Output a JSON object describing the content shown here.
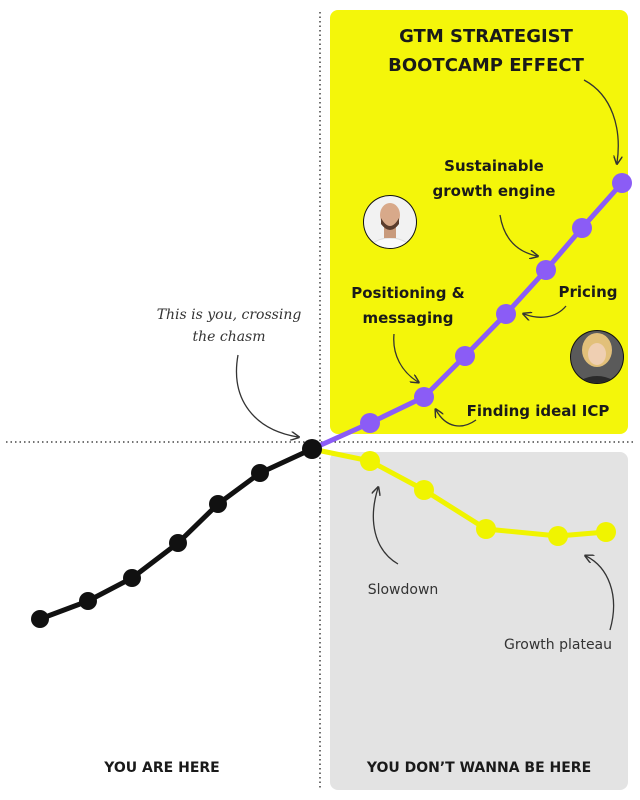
{
  "title": {
    "line1": "GTM STRATEGIST",
    "line2": "BOOTCAMP EFFECT"
  },
  "annotations": {
    "sustainable_line1": "Sustainable",
    "sustainable_line2": "growth engine",
    "positioning_line1": "Positioning &",
    "positioning_line2": "messaging",
    "pricing": "Pricing",
    "finding_icp": "Finding ideal ICP",
    "you_line1": "This is you, crossing",
    "you_line2": "the chasm",
    "slowdown": "Slowdown",
    "growth_plateau": "Growth plateau"
  },
  "footer": {
    "left": "YOU ARE HERE",
    "right": "YOU DON’T WANNA BE HERE"
  },
  "avatars": [
    {
      "name": "man-avatar",
      "description": "bald man, beard"
    },
    {
      "name": "woman-avatar",
      "description": "blonde woman"
    }
  ],
  "colors": {
    "yellow_panel": "#f4f60a",
    "gray_panel": "#e3e3e3",
    "purple_line": "#8b5cf6",
    "yellow_line": "#f0f400",
    "black_line": "#111111"
  }
}
